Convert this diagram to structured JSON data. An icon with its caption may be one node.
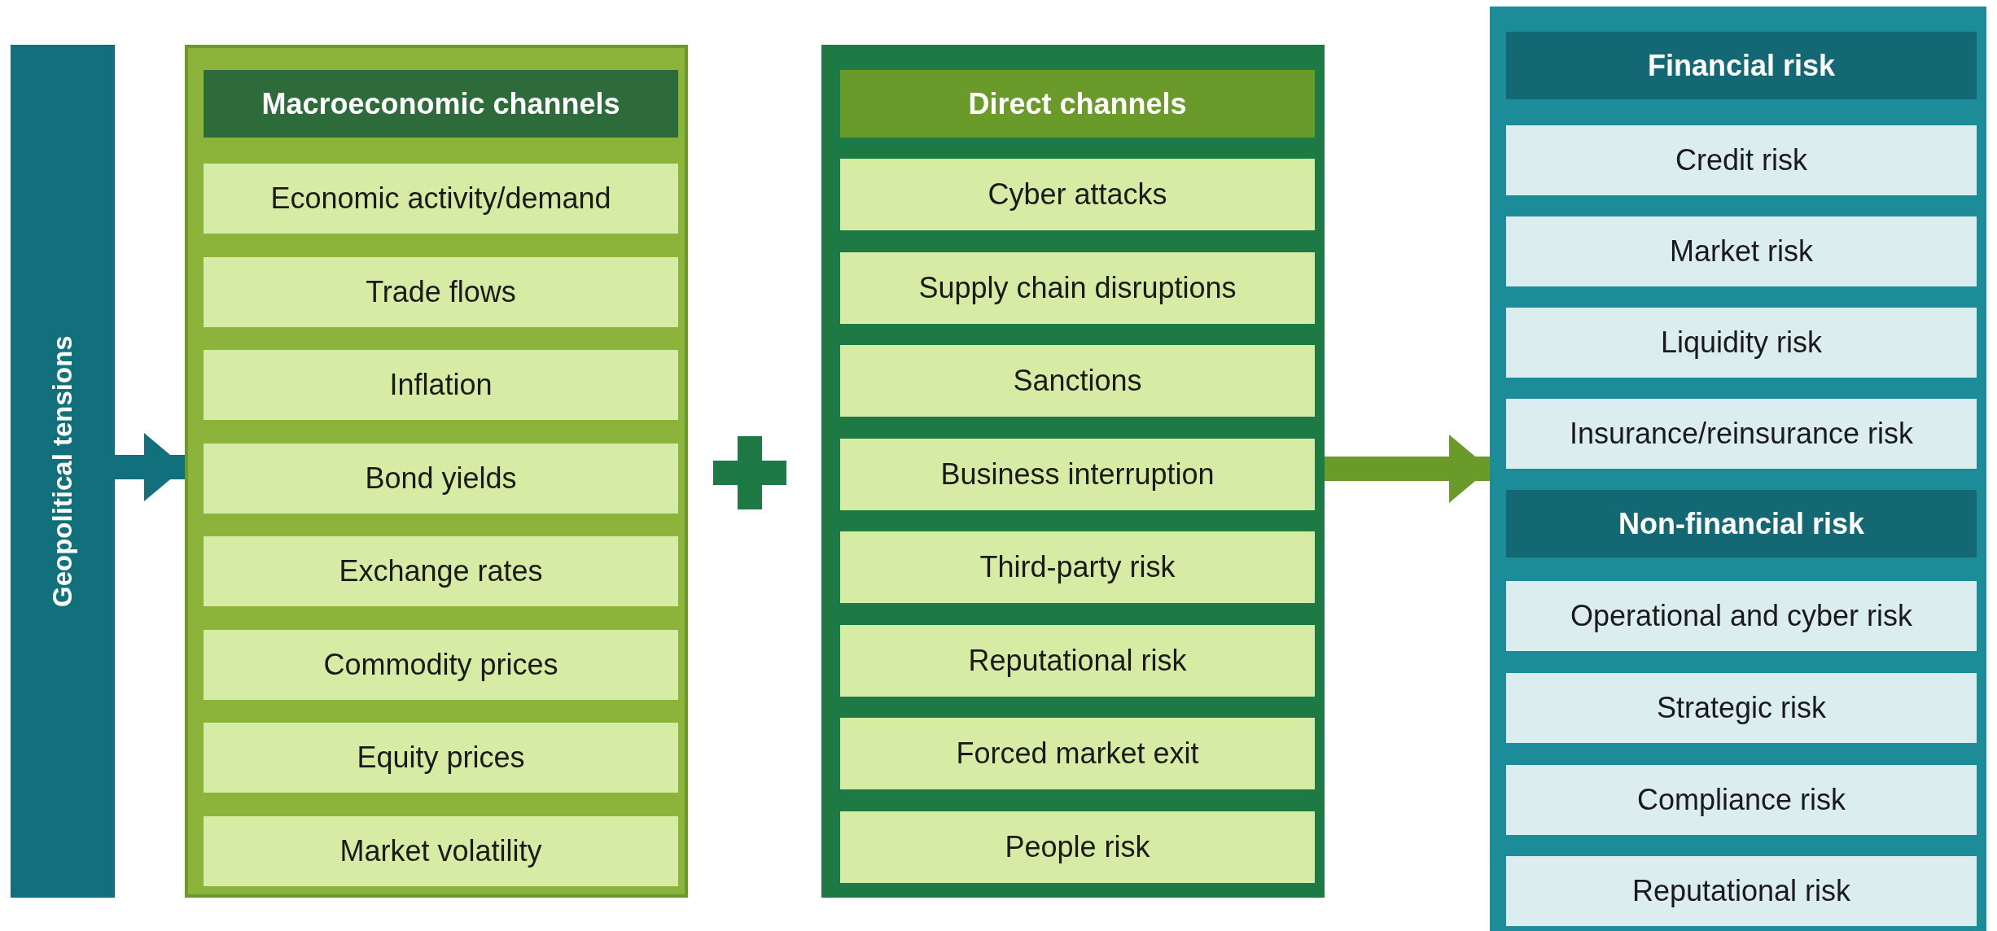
{
  "diagram": {
    "nodes": [
      {
        "text": [
          "Geopolitical tensions"
        ]
      },
      {
        "text": [],
        "shape": "box"
      },
      {
        "text": [
          "Macroeconomic channels"
        ],
        "in": 1
      },
      {
        "text": [
          "Economic activity/demand"
        ],
        "in": 1
      },
      {
        "text": [
          "Trade flows"
        ],
        "in": 1
      },
      {
        "text": [
          "Inflation"
        ],
        "in": 1
      },
      {
        "text": [
          "Bond yields"
        ],
        "in": 1
      },
      {
        "text": [
          "Exchange rates"
        ],
        "in": 1
      },
      {
        "text": [
          "Commodity prices"
        ],
        "in": 1
      },
      {
        "text": [
          "Equity prices"
        ],
        "in": 1
      },
      {
        "text": [
          "Market volatility"
        ],
        "in": 1
      },
      {
        "text": [],
        "shape": "box"
      },
      {
        "text": [
          "Direct channels"
        ],
        "in": 11
      },
      {
        "text": [
          "Cyber attacks"
        ],
        "in": 11
      },
      {
        "text": [
          "Supply chain disruptions"
        ],
        "in": 11
      },
      {
        "text": [
          "Sanctions"
        ],
        "in": 11
      },
      {
        "text": [
          "Business interruption"
        ],
        "in": 11
      },
      {
        "text": [
          "Third-party risk"
        ],
        "in": 11
      },
      {
        "text": [
          "Reputational risk"
        ],
        "in": 11
      },
      {
        "text": [
          "Forced market exit"
        ],
        "in": 11
      },
      {
        "text": [
          "People risk"
        ],
        "in": 11
      },
      {
        "text": [],
        "shape": "box"
      },
      {
        "text": [
          "Financial risk"
        ],
        "in": 21
      },
      {
        "text": [
          "Credit risk"
        ],
        "in": 21
      },
      {
        "text": [
          "Market risk"
        ],
        "in": 21
      },
      {
        "text": [
          "Liquidity risk"
        ],
        "in": 21
      },
      {
        "text": [
          "Insurance/reinsurance risk"
        ],
        "in": 21
      },
      {
        "text": [
          "Non-financial risk"
        ],
        "in": 21
      },
      {
        "text": [
          "Operational and cyber risk"
        ],
        "in": 21
      },
      {
        "text": [
          "Strategic risk"
        ],
        "in": 21
      },
      {
        "text": [
          "Compliance risk"
        ],
        "in": 21
      },
      {
        "text": [
          "Reputational risk"
        ],
        "in": 21
      }
    ],
    "edges": [
      {
        "from": 0,
        "to": 1,
        "arrow": "to",
        "color": "#12707c"
      },
      {
        "from": 11,
        "to": 21,
        "arrow": "to",
        "color": "#6a9a2a"
      }
    ]
  }
}
